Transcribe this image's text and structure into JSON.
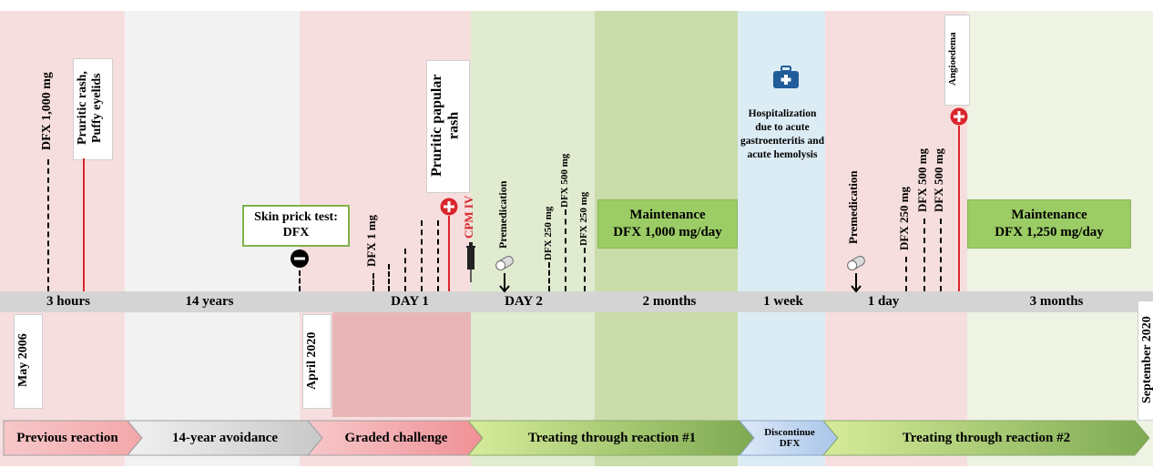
{
  "phases": {
    "previous_reaction": "Previous reaction",
    "avoidance": "14-year avoidance",
    "graded_challenge": "Graded challenge",
    "treating1": "Treating through reaction #1",
    "discontinue": "Discontinue DFX",
    "treating2": "Treating through reaction #2"
  },
  "timeline": {
    "s1": "3 hours",
    "s2": "14 years",
    "s3": "DAY 1",
    "s4": "DAY 2",
    "s5": "2 months",
    "s6": "1 week",
    "s7": "1 day",
    "s8": "3 months"
  },
  "dates": {
    "d1": "May 2006",
    "d2": "April 2020",
    "d3": "September 2020"
  },
  "events": {
    "dfx1000": "DFX 1,000 mg",
    "rash1": "Pruritic rash, Puffy eyelids",
    "skin_test": "Skin prick test: DFX",
    "dfx1mg": "DFX 1 mg",
    "papular": "Pruritic papular rash",
    "cpm": "CPM IV",
    "premed1": "Premedication",
    "d2_250a": "DFX 250 mg",
    "d2_500": "DFX 500 mg",
    "d2_250b": "DFX 250 mg",
    "maint1_a": "Maintenance",
    "maint1_b": "DFX 1,000 mg/day",
    "hosp": "Hospitalization due to acute gastroenteritis and acute hemolysis",
    "premed2": "Premedication",
    "d3_250": "DFX 250 mg",
    "d3_500a": "DFX 500 mg",
    "d3_500b": "DFX 500 mg",
    "angio": "Angioedema",
    "maint2_a": "Maintenance",
    "maint2_b": "DFX 1,250 mg/day"
  },
  "colors": {
    "pink": "#f7dede",
    "darkpink": "#e9b6b8",
    "gray": "#f2f2f2",
    "lightgreen": "#e0ebcf",
    "midgreen": "#c9dcaa",
    "green": "#9ccc65",
    "blue": "#dcecf5",
    "verylightgreen": "#eef3e4",
    "red": "#d9262b"
  }
}
